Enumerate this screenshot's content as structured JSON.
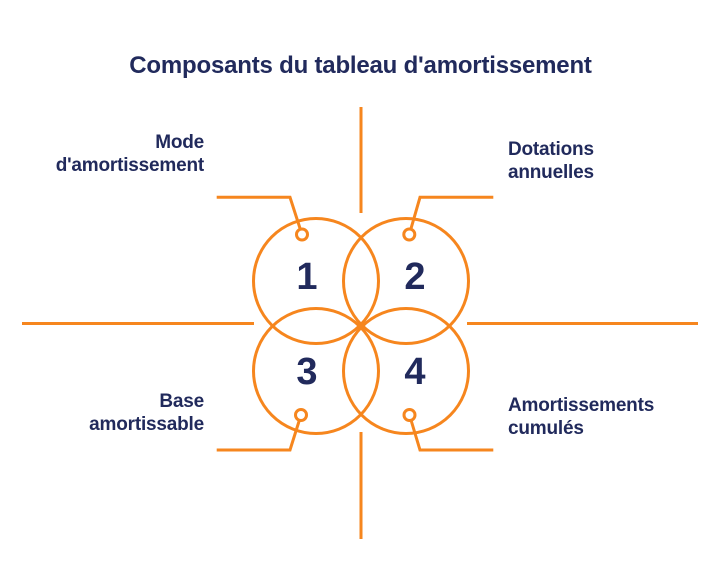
{
  "title": "Composants du tableau d'amortissement",
  "colors": {
    "orange": "#F6861E",
    "navy": "#212A5C",
    "background": "#FFFFFF"
  },
  "items": [
    {
      "number": "1",
      "label_line1": "Mode",
      "label_line2": "d'amortissement",
      "position": "top-left"
    },
    {
      "number": "2",
      "label_line1": "Dotations",
      "label_line2": "annuelles",
      "position": "top-right"
    },
    {
      "number": "3",
      "label_line1": "Base",
      "label_line2": "amortissable",
      "position": "bottom-left"
    },
    {
      "number": "4",
      "label_line1": "Amortissements",
      "label_line2": "cumulés",
      "position": "bottom-right"
    }
  ]
}
